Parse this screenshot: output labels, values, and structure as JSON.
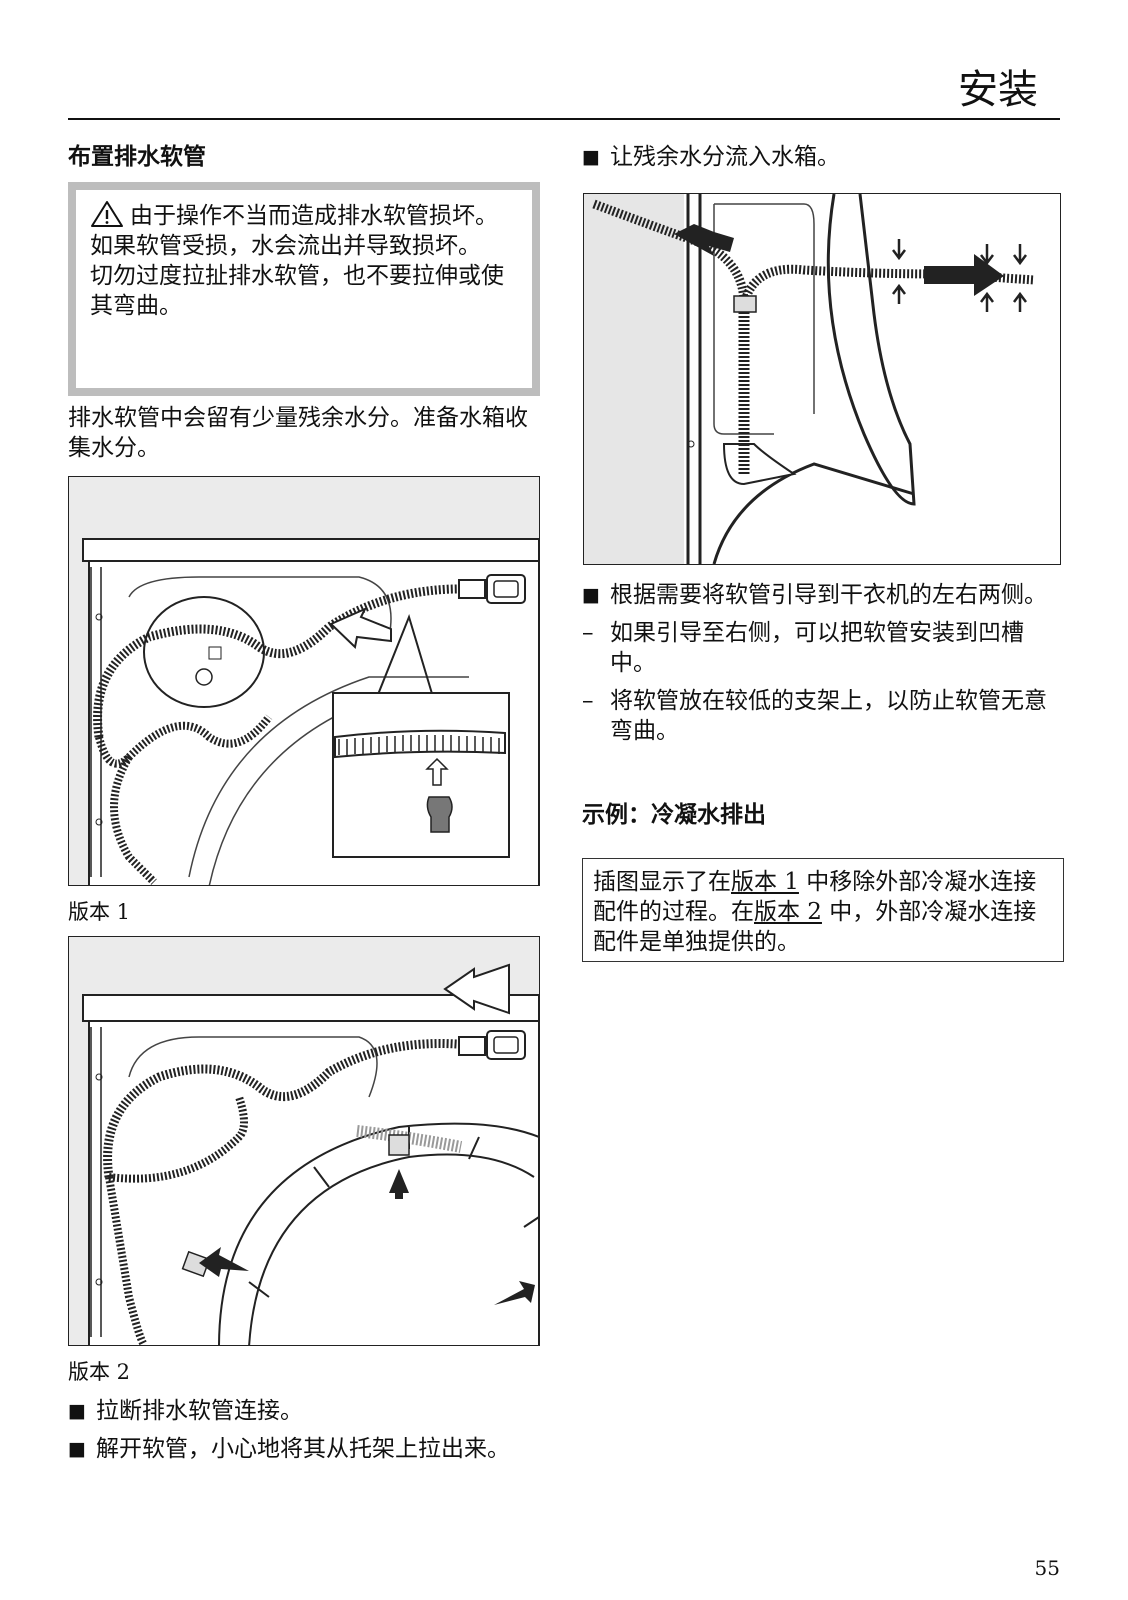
{
  "header": {
    "title": "安装",
    "page_number": "55"
  },
  "left": {
    "heading": "布置排水软管",
    "warning": {
      "title": "由于操作不当而造成排水软管损坏。",
      "lines": [
        "如果软管受损，水会流出并导致损坏。",
        "切勿过度拉扯排水软管，也不要拉伸或使其弯曲。"
      ]
    },
    "paragraph": "排水软管中会留有少量残余水分。准备水箱收集水分。",
    "figure1_caption": "版本 1",
    "figure2_caption": "版本 2",
    "bullets": [
      "拉断排水软管连接。",
      "解开软管，小心地将其从托架上拉出来。"
    ]
  },
  "right": {
    "bullet_top": "让残余水分流入水箱。",
    "bullet_guide": "根据需要将软管引导到干衣机的左右两侧。",
    "dashes": [
      "如果引导至右侧，可以把软管安装到凹槽中。",
      "将软管放在较低的支架上，以防止软管无意弯曲。"
    ],
    "example_heading": "示例：冷凝水排出",
    "note": {
      "part1": "插图显示了在",
      "link1": "版本 1",
      "part2": " 中移除外部冷凝水连接配件的过程。在",
      "link2": "版本 2",
      "part3": " 中，外部冷凝水连接配件是单独提供的。"
    }
  },
  "icons": {
    "warning": "warning-triangle-icon",
    "bullet": "square-bullet-icon"
  }
}
